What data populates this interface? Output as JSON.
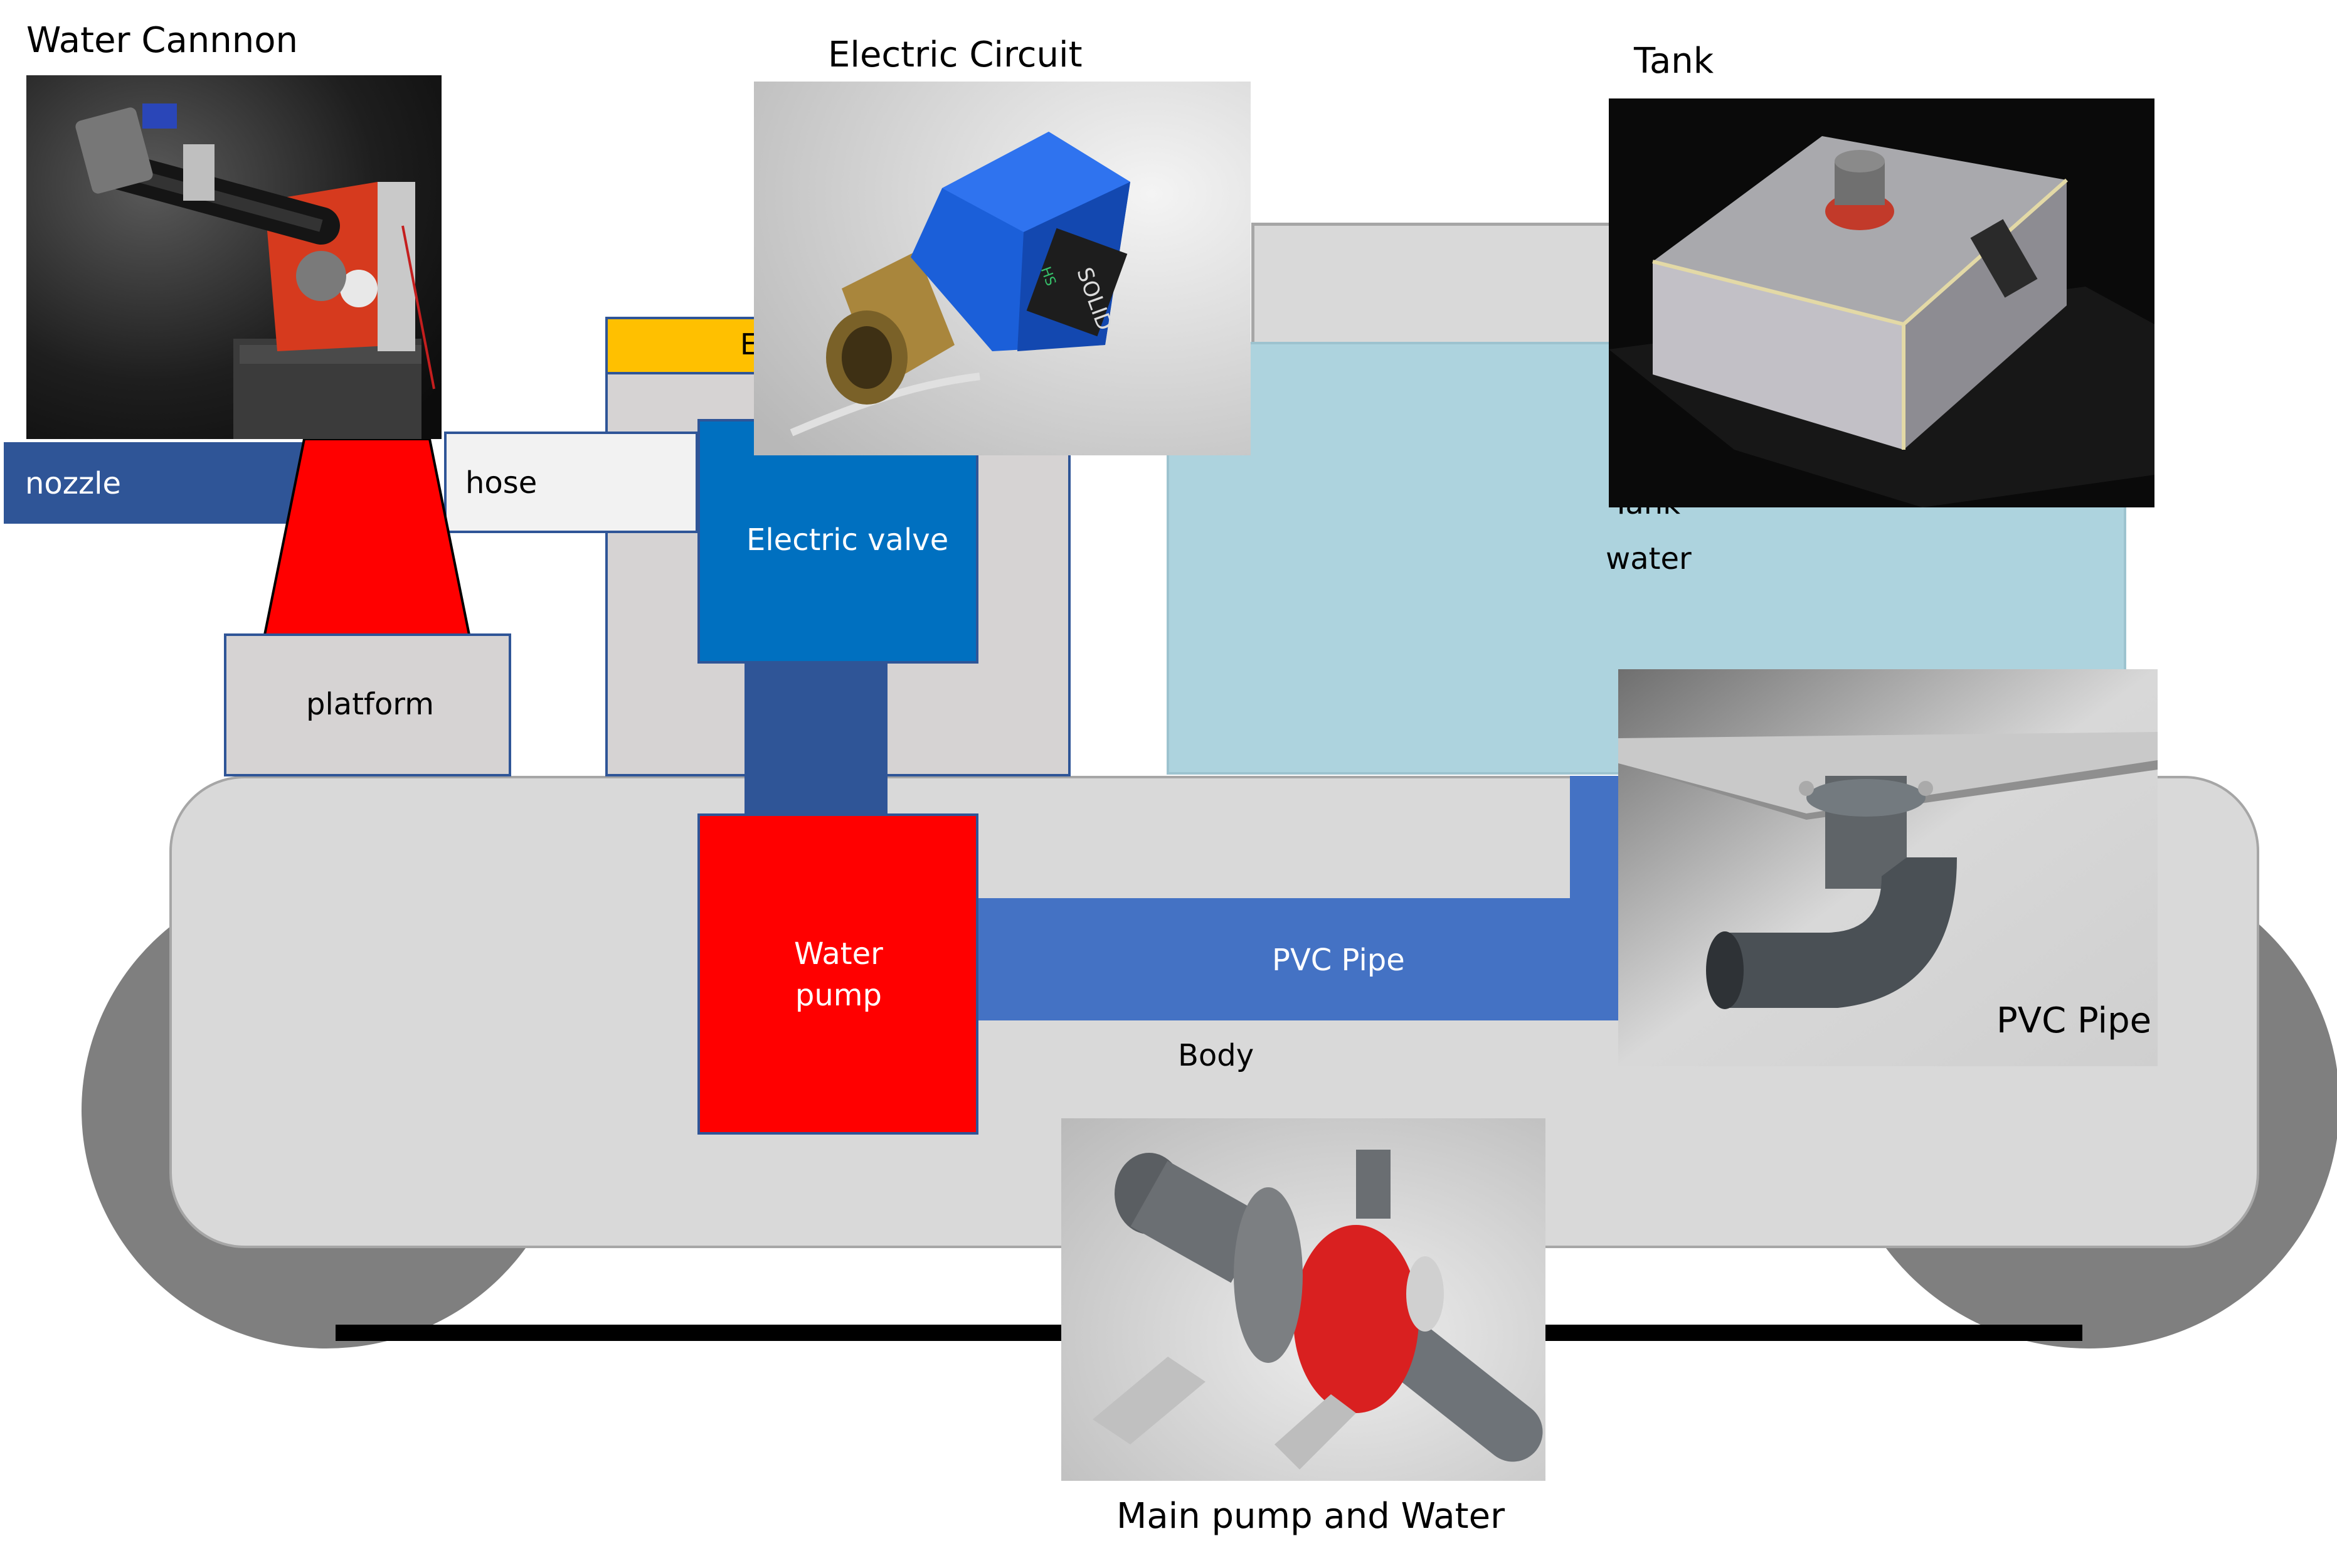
{
  "captions": {
    "water_cannon": "Water Cannnon",
    "electric_circuit": "Electric Circuit",
    "tank": "Tank",
    "main_pump": "Main pump and Water",
    "pvc_pipe_photo": "PVC Pipe"
  },
  "parts": {
    "nozzle": "nozzle",
    "hose": "hose",
    "platform": "platform",
    "electric_valve": "Electric valve",
    "water_pump": "Water\npump",
    "pvc_pipe": "PVC Pipe",
    "body": "Body",
    "tank_label": "Tank",
    "water": "water",
    "circuit_box_letter": "E"
  },
  "photo_text": {
    "valve_brand": "SOLID",
    "valve_logo": "HS"
  },
  "colors": {
    "body_gray": "#d9d9d9",
    "wheel_gray": "#7f7f7f",
    "nozzle_blue": "#2f5597",
    "pipe_blue": "#4472c4",
    "valve_blue": "#0070c0",
    "pump_red": "#ff0000",
    "tank_water": "#add3de",
    "circuit_yellow": "#ffc000",
    "track_black": "#000000"
  }
}
